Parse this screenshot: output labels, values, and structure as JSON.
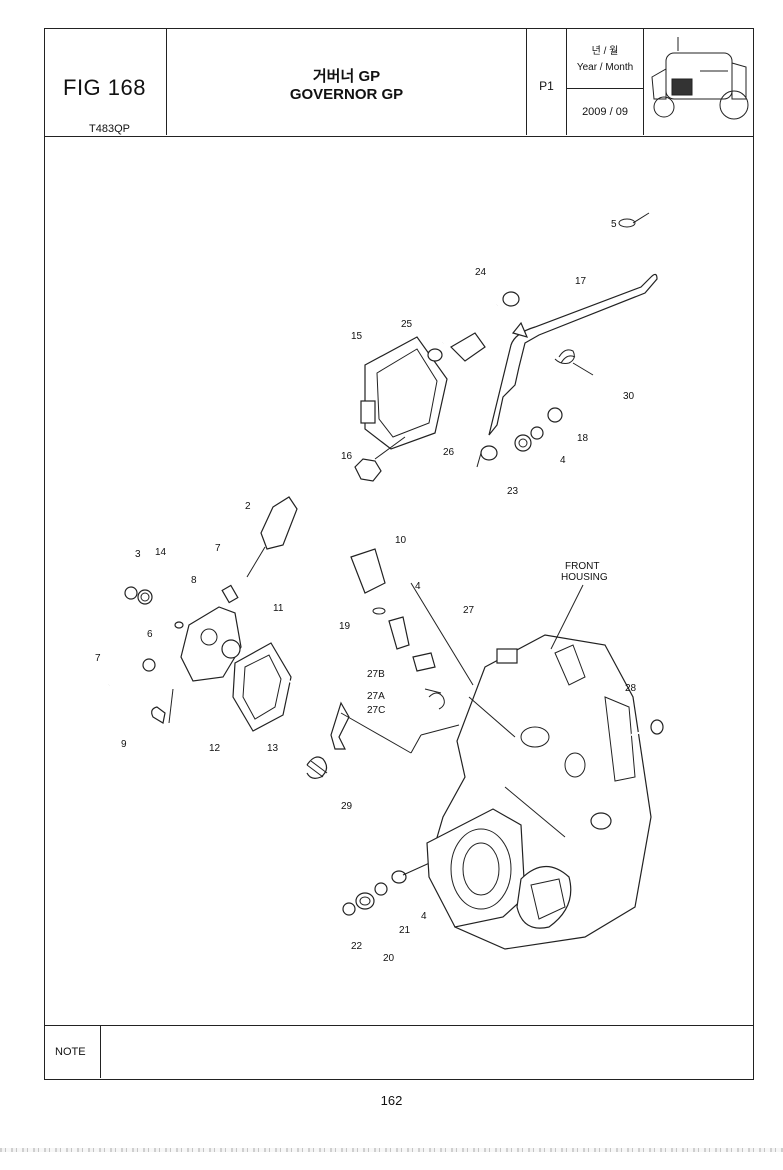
{
  "header": {
    "fig_no": "FIG 168",
    "fig_code": "T483QP",
    "title_ko": "거버너 GP",
    "title_en": "GOVERNOR GP",
    "page": "P1",
    "date_label_ko": "년 / 월",
    "date_label_en": "Year / Month",
    "date_value": "2009  / 09",
    "thumbnail": "tractor-icon"
  },
  "callouts": [
    "2",
    "3",
    "4",
    "5",
    "6",
    "7",
    "8",
    "9",
    "10",
    "11",
    "12",
    "13",
    "14",
    "15",
    "16",
    "17",
    "18",
    "19",
    "20",
    "21",
    "22",
    "23",
    "24",
    "25",
    "26",
    "27",
    "27A",
    "27B",
    "27C",
    "28",
    "29",
    "30"
  ],
  "annotation": "FRONT\nHOUSING",
  "annotation_lines": [
    "FRONT",
    "HOUSING"
  ],
  "note": {
    "label": "NOTE",
    "text": ""
  },
  "page_number": "162"
}
